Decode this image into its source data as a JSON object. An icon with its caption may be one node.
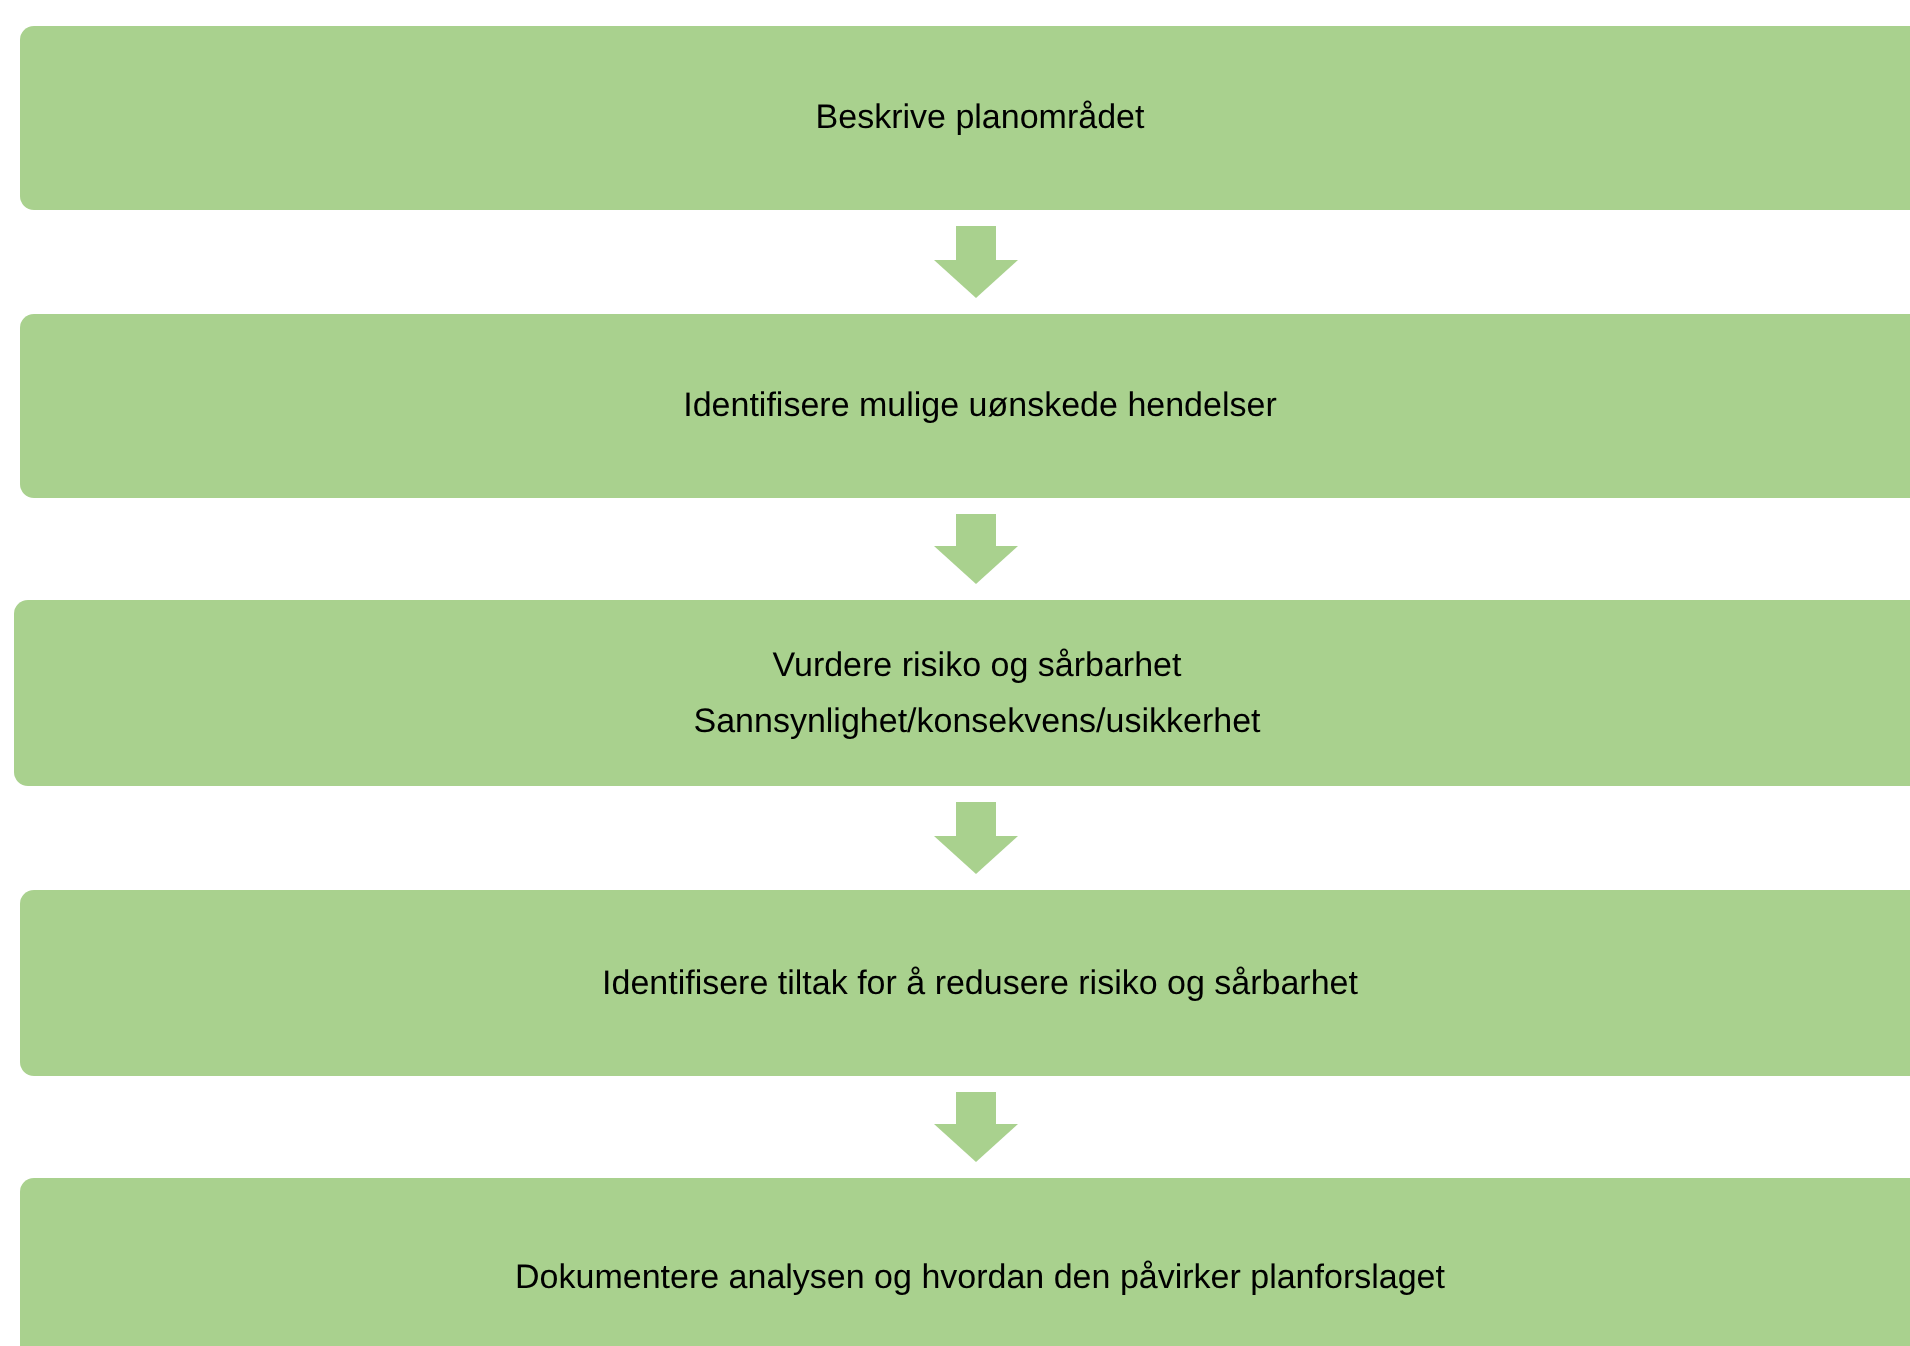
{
  "diagram": {
    "nodes": [
      {
        "text": [
          "Beskrive planområdet"
        ]
      },
      {
        "text": [
          "Identifisere mulige uønskede hendelser"
        ]
      },
      {
        "text": [
          "Vurdere risiko og sårbarhet",
          "Sannsynlighet/konsekvens/usikkerhet"
        ]
      },
      {
        "text": [
          "Identifisere tiltak for å redusere risiko og sårbarhet"
        ]
      },
      {
        "text": [
          "Dokumentere analysen og hvordan den påvirker planforslaget"
        ]
      }
    ],
    "edges": [
      {
        "from": 0,
        "to": 1,
        "arrow": "to"
      },
      {
        "from": 1,
        "to": 2,
        "arrow": "to"
      },
      {
        "from": 2,
        "to": 3,
        "arrow": "to"
      },
      {
        "from": 3,
        "to": 4,
        "arrow": "to"
      }
    ]
  }
}
